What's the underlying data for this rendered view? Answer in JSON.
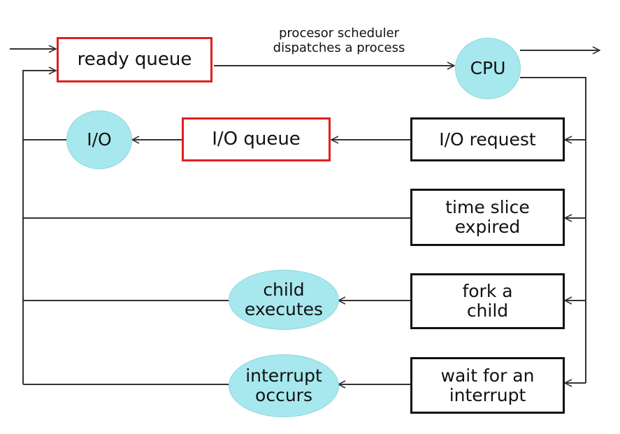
{
  "diagram": {
    "ready_queue": "ready queue",
    "dispatch_label_line1": "procesor scheduler",
    "dispatch_label_line2": "dispatches a process",
    "cpu": "CPU",
    "io": "I/O",
    "io_queue": "I/O queue",
    "io_request": "I/O request",
    "time_slice_line1": "time slice",
    "time_slice_line2": "expired",
    "fork_line1": "fork a",
    "fork_line2": "child",
    "child_exec_line1": "child",
    "child_exec_line2": "executes",
    "wait_line1": "wait for an",
    "wait_line2": "interrupt",
    "interrupt_line1": "interrupt",
    "interrupt_line2": "occurs",
    "colors": {
      "queue_border": "#e02020",
      "box_border": "#111111",
      "circle_fill": "#a6e8ee",
      "line": "#333333"
    }
  }
}
